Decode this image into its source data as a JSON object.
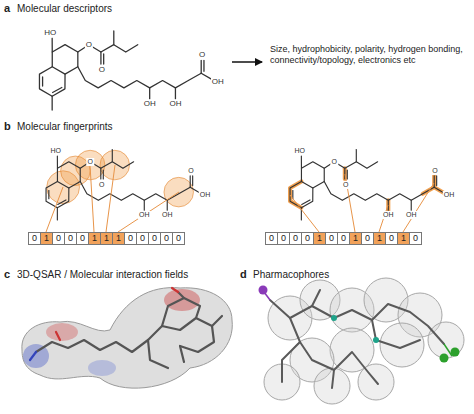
{
  "diagram": {
    "nodes": [
      {
        "text": [
          "0"
        ]
      },
      {
        "text": [
          "1"
        ]
      },
      {
        "text": [
          "0"
        ]
      },
      {
        "text": [
          "0"
        ]
      },
      {
        "text": [
          "0"
        ]
      },
      {
        "text": [
          "1"
        ]
      },
      {
        "text": [
          "1"
        ]
      },
      {
        "text": [
          "1"
        ]
      },
      {
        "text": [
          "0"
        ]
      },
      {
        "text": [
          "0"
        ]
      },
      {
        "text": [
          "0"
        ]
      },
      {
        "text": [
          "0"
        ]
      },
      {
        "text": [
          "0"
        ]
      },
      {
        "text": [
          "0"
        ]
      },
      {
        "text": [
          "0"
        ]
      },
      {
        "text": [
          "0"
        ]
      },
      {
        "text": [
          "0"
        ]
      },
      {
        "text": [
          "1"
        ]
      },
      {
        "text": [
          "0"
        ]
      },
      {
        "text": [
          "0"
        ]
      },
      {
        "text": [
          "1"
        ]
      },
      {
        "text": [
          "0"
        ]
      },
      {
        "text": [
          "1"
        ]
      },
      {
        "text": [
          "0"
        ]
      },
      {
        "text": [
          "1"
        ]
      },
      {
        "text": [
          "0"
        ]
      }
    ],
    "labels": [
      "a",
      "Molecular descriptors",
      "HO",
      "O",
      "O",
      "OH",
      "OH",
      "O",
      "OH",
      "Size, hydrophobicity, polarity, hydrogen bonding, connectivity/topology, electronics etc",
      "b",
      "Molecular fingerprints",
      "HO",
      "O",
      "O",
      "OH",
      "OH",
      "O",
      "OH",
      "HO",
      "O",
      "O",
      "OH",
      "OH",
      "O",
      "OH",
      "c",
      "3D-QSAR / Molecular interaction fields",
      "d",
      "Pharmacophores"
    ]
  }
}
